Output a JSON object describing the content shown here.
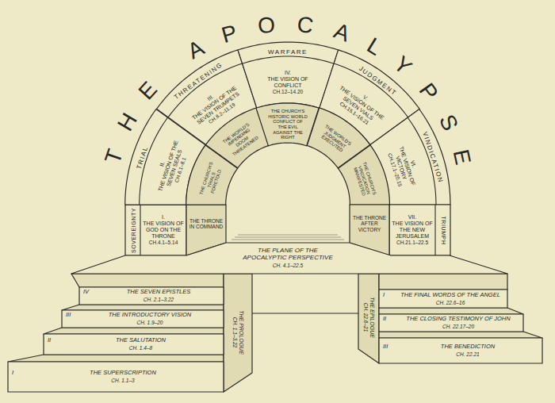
{
  "diagram": {
    "title": "THE APOCALYPSE",
    "nodes": [
      {
        "text": [
          "SOVEREIGNTY",
          "I.",
          "THE VISION OF GOD ON THE THRONE",
          "CH.4.1–5.14"
        ]
      },
      {
        "text": [
          "TRIAL",
          "II.",
          "THE VISION OF THE SEVEN SEALS",
          "CH.6.1–8.1"
        ]
      },
      {
        "text": [
          "THREATENING",
          "III.",
          "THE VISION OF THE SEVEN TRUMPETS",
          "CH.8.2–11.19"
        ]
      },
      {
        "text": [
          "WARFARE",
          "IV.",
          "THE VISION OF CONFLICT",
          "CH.12–14.20"
        ]
      },
      {
        "text": [
          "JUDGMENT",
          "V.",
          "THE VISION OF THE SEVEN VIALS",
          "CH.15.1–16.21"
        ]
      },
      {
        "text": [
          "VINDICATION",
          "VI.",
          "THE VISION OF VICTORY",
          "CH.17.1–20.15"
        ]
      },
      {
        "text": [
          "TRIUMPH",
          "VII.",
          "THE VISION OF THE NEW JERUSALEM",
          "CH.21.1–22.5"
        ]
      },
      {
        "text": [
          "THE THRONE IN COMMAND"
        ]
      },
      {
        "text": [
          "THE CHURCH'S TRIALS FORETOLD"
        ]
      },
      {
        "text": [
          "THE WORLD'S IMPENDING DOOM THREATENED"
        ]
      },
      {
        "text": [
          "THE CHURCH'S HISTORIC WORLD CONFLICT OF THE EVIL AGAINST THE RIGHT"
        ]
      },
      {
        "text": [
          "THE WORLD'S JUDGMENT EXECUTED"
        ]
      },
      {
        "text": [
          "THE CHURCH'S VINDICATION MANIFESTED"
        ]
      },
      {
        "text": [
          "THE THRONE AFTER VICTORY"
        ]
      },
      {
        "text": [
          "THE PLANE OF THE APOCALYPTIC PERSPECTIVE",
          "CH. 4.1–22.5"
        ]
      },
      {
        "text": [
          "IV",
          "THE SEVEN EPISTLES",
          "CH. 2.1–3.22"
        ]
      },
      {
        "text": [
          "III",
          "THE INTRODUCTORY VISION",
          "CH. 1.9–20"
        ]
      },
      {
        "text": [
          "II",
          "THE SALUTATION",
          "CH. 1.4–8"
        ]
      },
      {
        "text": [
          "I",
          "THE SUPERSCRIPTION",
          "CH. 1.1–3"
        ]
      },
      {
        "text": [
          "I",
          "THE FINAL WORDS OF THE ANGEL",
          "CH. 22.6–16"
        ]
      },
      {
        "text": [
          "II",
          "THE CLOSING TESTIMONY OF JOHN",
          "CH. 22.17–20"
        ]
      },
      {
        "text": [
          "III",
          "THE BENEDICTION",
          "CH. 22.21"
        ]
      }
    ],
    "labels": [
      "THE PROLOGUE",
      "CH. 1.1–3.22",
      "THE EPILOGUE",
      "CH. 22.6–21"
    ]
  }
}
